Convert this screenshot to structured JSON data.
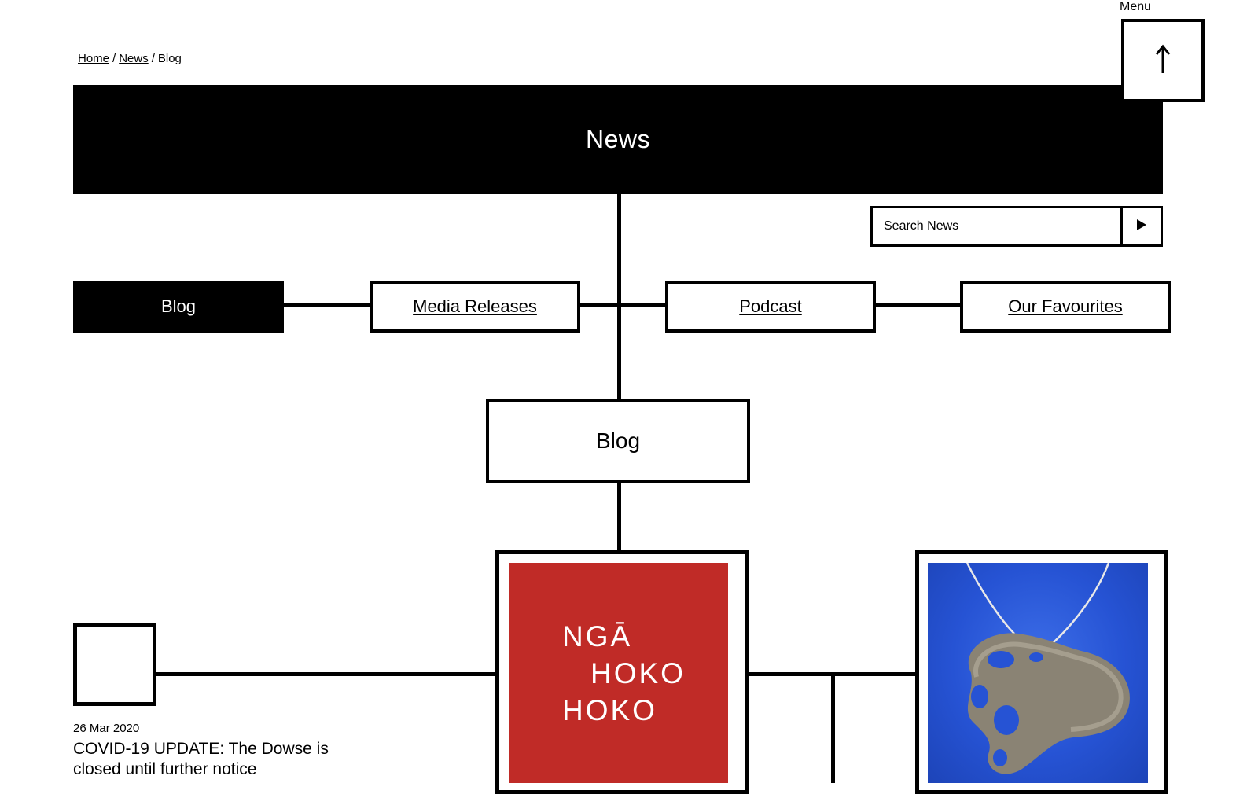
{
  "menu": {
    "label": "Menu",
    "icon": "arrow-up-icon"
  },
  "breadcrumb": {
    "home": "Home",
    "news": "News",
    "current": "Blog",
    "separator": "/"
  },
  "banner": {
    "title": "News"
  },
  "search": {
    "placeholder": "Search News",
    "submit_icon": "play-triangle-icon"
  },
  "tabs": [
    {
      "label": "Blog",
      "active": true
    },
    {
      "label": "Media Releases",
      "active": false
    },
    {
      "label": "Podcast",
      "active": false
    },
    {
      "label": "Our Favourites",
      "active": false
    }
  ],
  "section": {
    "title": "Blog"
  },
  "cards": {
    "red": {
      "line1": "NGĀ",
      "line2": "HOKO",
      "line3": "HOKO",
      "color": "#c02b27"
    },
    "blue": {
      "color": "#2653d4"
    }
  },
  "post": {
    "date": "26 Mar 2020",
    "headline": "COVID-19 UPDATE: The Dowse is closed until further notice"
  }
}
